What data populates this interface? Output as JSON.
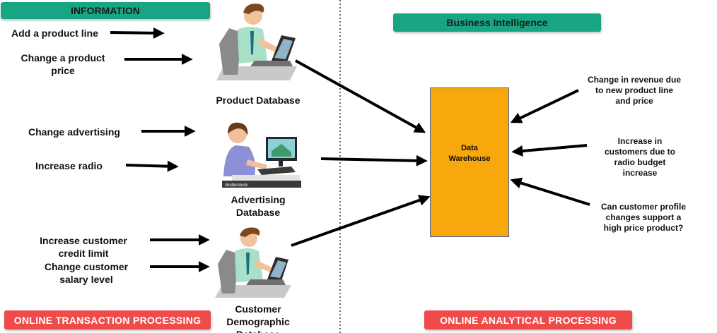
{
  "banners": {
    "information": "INFORMATION",
    "business_intelligence": "Business Intelligence",
    "oltp": "ONLINE TRANSACTION PROCESSING",
    "olap": "ONLINE ANALYTICAL PROCESSING"
  },
  "oltp_actions": {
    "add_product_line": "Add a product line",
    "change_price": "Change a product\nprice",
    "change_advertising": "Change advertising",
    "increase_radio": "Increase radio",
    "increase_credit": "Increase customer\ncredit limit",
    "change_salary": "Change customer\nsalary level"
  },
  "databases": {
    "product": "Product Database",
    "advertising": "Advertising\nDatabase",
    "customer": "Customer\nDemographic\nDatabase"
  },
  "warehouse": "Data\nWarehouse",
  "watermark": "shutterstock",
  "olap_questions": {
    "revenue": "Change in revenue due\nto new product line\nand price",
    "customers": "Increase in\ncustomers due to\nradio budget\nincrease",
    "profile": "Can customer profile\nchanges support a\nhigh price product?"
  },
  "colors": {
    "green_banner": "#18a583",
    "red_banner": "#ef4b4b",
    "warehouse": "#f6a80c",
    "warehouse_border": "#4a5fa8"
  }
}
